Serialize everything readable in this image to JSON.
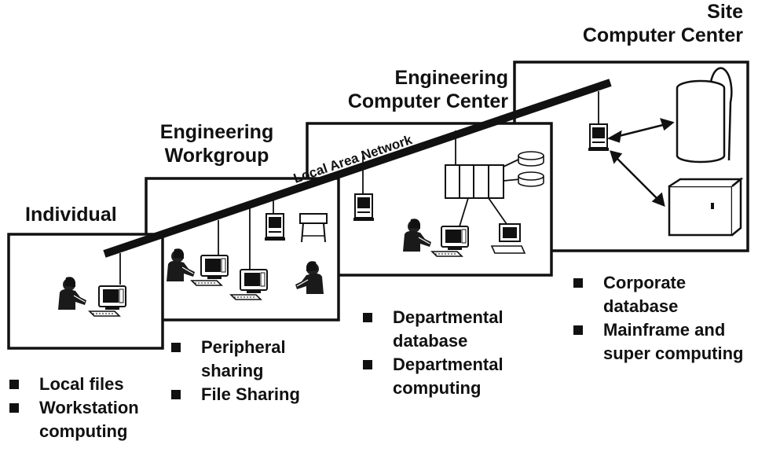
{
  "network": {
    "label": "Local Area Network"
  },
  "tiers": [
    {
      "title_lines": [
        "Individual"
      ],
      "bullets": [
        {
          "lines": [
            "Local files"
          ]
        },
        {
          "lines": [
            "Workstation",
            "computing"
          ]
        }
      ]
    },
    {
      "title_lines": [
        "Engineering",
        "Workgroup"
      ],
      "bullets": [
        {
          "lines": [
            "Peripheral",
            "sharing"
          ]
        },
        {
          "lines": [
            "File Sharing"
          ]
        }
      ]
    },
    {
      "title_lines": [
        "Engineering",
        "Computer Center"
      ],
      "bullets": [
        {
          "lines": [
            "Departmental",
            "database"
          ]
        },
        {
          "lines": [
            "Departmental",
            "computing"
          ]
        }
      ]
    },
    {
      "title_lines": [
        "Site",
        "Computer Center"
      ],
      "bullets": [
        {
          "lines": [
            "Corporate",
            "database"
          ]
        },
        {
          "lines": [
            "Mainframe and",
            "super computing"
          ]
        }
      ]
    }
  ]
}
